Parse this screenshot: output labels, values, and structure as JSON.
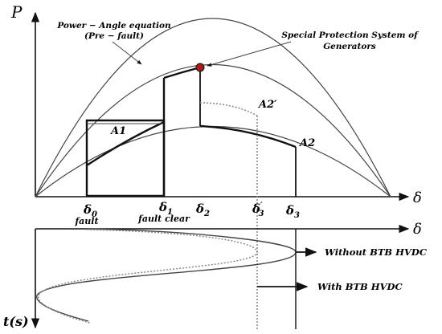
{
  "axes": {
    "upper_y_label": "P",
    "upper_x_label": "δ",
    "lower_x_label": "δ",
    "lower_y_label": "t(s)"
  },
  "curves": {
    "pre_fault_caption_line1": "Power − Angle equation",
    "pre_fault_caption_line2": "(Pre − fault)"
  },
  "sps": {
    "caption_line1": "Special Protection System of",
    "caption_line2": "Generators",
    "marker_color": "#b01818"
  },
  "areas": {
    "a1": "A1",
    "a2": "A2",
    "a2_prime": "A2′"
  },
  "angle_ticks": {
    "delta0": {
      "symbol": "δ",
      "subscript": "0",
      "caption": "fault"
    },
    "delta1": {
      "symbol": "δ",
      "subscript": "1",
      "caption": "fault clear"
    },
    "delta2": {
      "symbol": "δ",
      "subscript": "2"
    },
    "delta3_prime": {
      "symbol": "δ",
      "prime": "′",
      "subscript": "3"
    },
    "delta3": {
      "symbol": "δ",
      "subscript": "3"
    }
  },
  "swing_curves": {
    "without_btb": "Without BTB HVDC",
    "with_btb": "With BTB HVDC"
  },
  "colors": {
    "line": "#111111",
    "curve": "#444444",
    "dotted": "#8a8a8a"
  }
}
